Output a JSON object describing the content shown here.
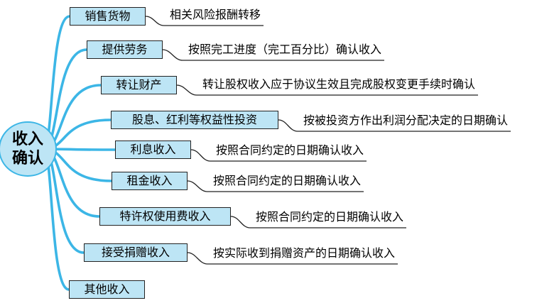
{
  "root": {
    "line1": "收入",
    "line2": "确认"
  },
  "branches": [
    {
      "category": "销售货物",
      "description": "相关风险报酬转移"
    },
    {
      "category": "提供劳务",
      "description": "按照完工进度（完工百分比）确认收入"
    },
    {
      "category": "转让财产",
      "description": "转让股权收入应于协议生效且完成股权变更手续时确认"
    },
    {
      "category": "股息、红利等权益性投资",
      "description": "按被投资方作出利润分配决定的日期确认"
    },
    {
      "category": "利息收入",
      "description": "按照合同约定的日期确认收入"
    },
    {
      "category": "租金收入",
      "description": "按照合同约定的日期确认收入"
    },
    {
      "category": "特许权使用费收入",
      "description": "按照合同约定的日期确认收入"
    },
    {
      "category": "接受捐赠收入",
      "description": "按实际收到捐赠资产的日期确认收入"
    },
    {
      "category": "其他收入",
      "description": ""
    }
  ],
  "colors": {
    "branch": "#3cb6e6",
    "box_fill": "#bde5f5",
    "box_border": "#222222",
    "underline": "#222222"
  }
}
